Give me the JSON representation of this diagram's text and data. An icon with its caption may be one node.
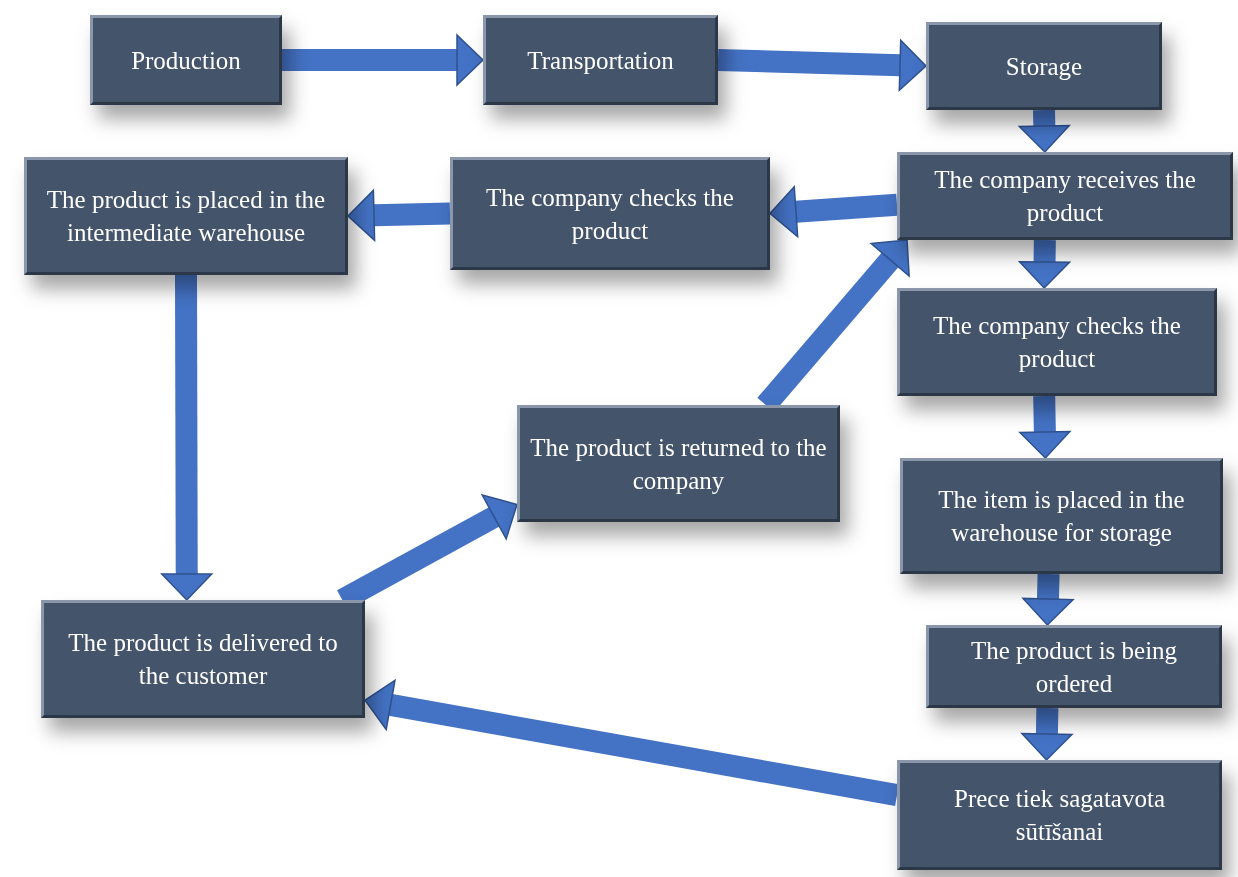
{
  "diagram": {
    "nodes": [
      {
        "text": [
          "Production"
        ]
      },
      {
        "text": [
          "Transportation"
        ]
      },
      {
        "text": [
          "Storage"
        ]
      },
      {
        "text": [
          "The product is placed in the intermediate warehouse"
        ]
      },
      {
        "text": [
          "The company checks the product"
        ]
      },
      {
        "text": [
          "The company receives the product"
        ]
      },
      {
        "text": [
          "The company checks the product"
        ]
      },
      {
        "text": [
          "The product is returned to the company"
        ]
      },
      {
        "text": [
          "The item is placed in the warehouse for storage"
        ]
      },
      {
        "text": [
          "The product is being ordered"
        ]
      },
      {
        "text": [
          "Prece tiek sagatavota sūtīšanai"
        ]
      },
      {
        "text": [
          "The product is delivered to the customer"
        ]
      }
    ],
    "edges": [
      {
        "from": 0,
        "to": 1,
        "arrow": "to"
      },
      {
        "from": 1,
        "to": 2,
        "arrow": "to"
      },
      {
        "from": 2,
        "to": 5,
        "arrow": "to"
      },
      {
        "from": 5,
        "to": 4,
        "arrow": "to"
      },
      {
        "from": 4,
        "to": 3,
        "arrow": "to"
      },
      {
        "from": 3,
        "to": 11,
        "arrow": "to"
      },
      {
        "from": 5,
        "to": 6,
        "arrow": "to"
      },
      {
        "from": 6,
        "to": 8,
        "arrow": "to"
      },
      {
        "from": 8,
        "to": 9,
        "arrow": "to"
      },
      {
        "from": 9,
        "to": 10,
        "arrow": "to"
      },
      {
        "from": 10,
        "to": 11,
        "arrow": "to"
      },
      {
        "from": 11,
        "to": 7,
        "arrow": "to"
      },
      {
        "from": 7,
        "to": 5,
        "arrow": "to"
      }
    ]
  }
}
